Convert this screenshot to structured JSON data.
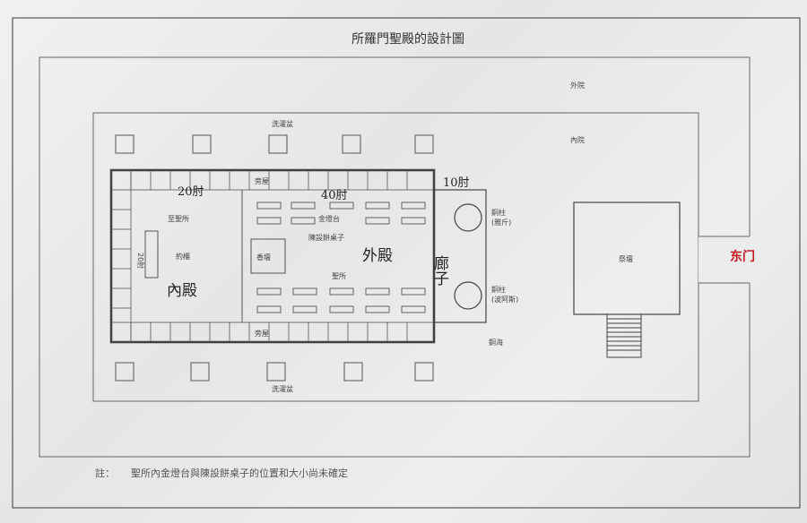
{
  "title": "所羅門聖殿的設計圖",
  "labels": {
    "outer_court": "外院",
    "inner_court": "內院",
    "laver_top": "洗濯盆",
    "laver_bottom": "洗濯盆",
    "side_room_top": "旁屋",
    "side_room_bottom": "旁屋",
    "holy_of_holies": "至聖所",
    "ark": "約櫃",
    "altar_incense": "香壇",
    "golden_lampstand": "金燈台",
    "showbread_table": "陳設餅桌子",
    "holy_place": "聖所",
    "pillar_jachin": "銅柱\n(雅斤)",
    "pillar_boaz": "銅柱\n(波阿斯)",
    "bronze_sea": "銅海",
    "altar": "祭壇",
    "east_gate": "东门"
  },
  "handwritten": {
    "inner_sanctuary": "內殿",
    "outer_sanctuary": "外殿",
    "porch": "廊子",
    "dim_20": "20肘",
    "dim_40": "40肘",
    "dim_10": "10肘",
    "dim_side": "20肘"
  },
  "footnote": {
    "prefix": "註：",
    "text": "聖所內金燈台與陳設餅桌子的位置和大小尚未確定"
  },
  "colors": {
    "line": "#4a4a4a",
    "bold_line": "#333333",
    "red_text": "#c8141e"
  }
}
